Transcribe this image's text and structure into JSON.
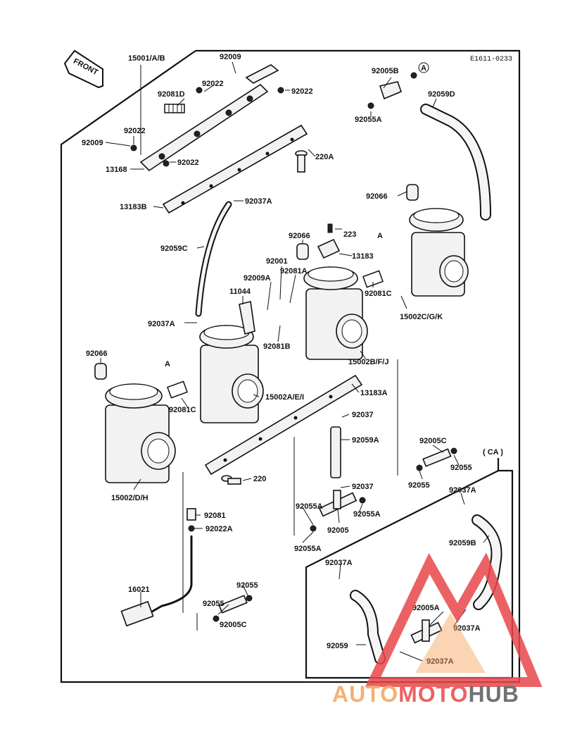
{
  "diagram": {
    "code": "E1611-0233",
    "front_label": "FRONT",
    "ca_label": "( CA )",
    "callouts": {
      "c_15001": "15001/A/B",
      "c_92009a": "92009",
      "c_92022a": "92022",
      "c_92022b": "92022",
      "c_92081d": "92081D",
      "c_92022c": "92022",
      "c_92009b": "92009",
      "c_92022d": "92022",
      "c_13168": "13168",
      "c_220a": "220A",
      "c_13183b": "13183B",
      "c_92037a_top": "92037A",
      "c_92005b": "92005B",
      "c_a_top": "A",
      "c_92059d": "92059D",
      "c_92055a_top": "92055A",
      "c_92066_r": "92066",
      "c_92066_m": "92066",
      "c_223": "223",
      "c_13183": "13183",
      "c_a_mid": "A",
      "c_92059c": "92059C",
      "c_92001": "92001",
      "c_92081a": "92081A",
      "c_92009a_mid": "92009A",
      "c_11044": "11044",
      "c_92081c_r": "92081C",
      "c_15002cgk": "15002C/G/K",
      "c_92037a_l": "92037A",
      "c_92081b": "92081B",
      "c_15002bfj": "15002B/F/J",
      "c_92066_l": "92066",
      "c_a_left": "A",
      "c_15002aei": "15002A/E/I",
      "c_13183a": "13183A",
      "c_92081c_l": "92081C",
      "c_92037_a": "92037",
      "c_92059a": "92059A",
      "c_92005c": "92005C",
      "c_92055_r": "92055",
      "c_92055_r2": "92055",
      "c_15002dh": "15002/D/H",
      "c_220": "220",
      "c_92037_b": "92037",
      "c_92055a_m1": "92055A",
      "c_92055a_m2": "92055A",
      "c_92005": "92005",
      "c_92055a_m3": "92055A",
      "c_92081": "92081",
      "c_92022a_b": "92022A",
      "c_92037a_ca1": "92037A",
      "c_92059b": "92059B",
      "c_92037a_ca2": "92037A",
      "c_92005a": "92005A",
      "c_92037a_ca3": "92037A",
      "c_92059": "92059",
      "c_92037a_ca4": "92037A",
      "c_16021": "16021",
      "c_92055_b": "92055",
      "c_92055_b2": "92055",
      "c_92005c_b": "92005C"
    },
    "watermark": {
      "brand_auto": "AUTO",
      "brand_moto": "MOTO",
      "brand_hub": "HUB",
      "color_orange": "#f4a35c",
      "color_red": "#e8474b",
      "color_grey": "#5a5a5a"
    }
  }
}
